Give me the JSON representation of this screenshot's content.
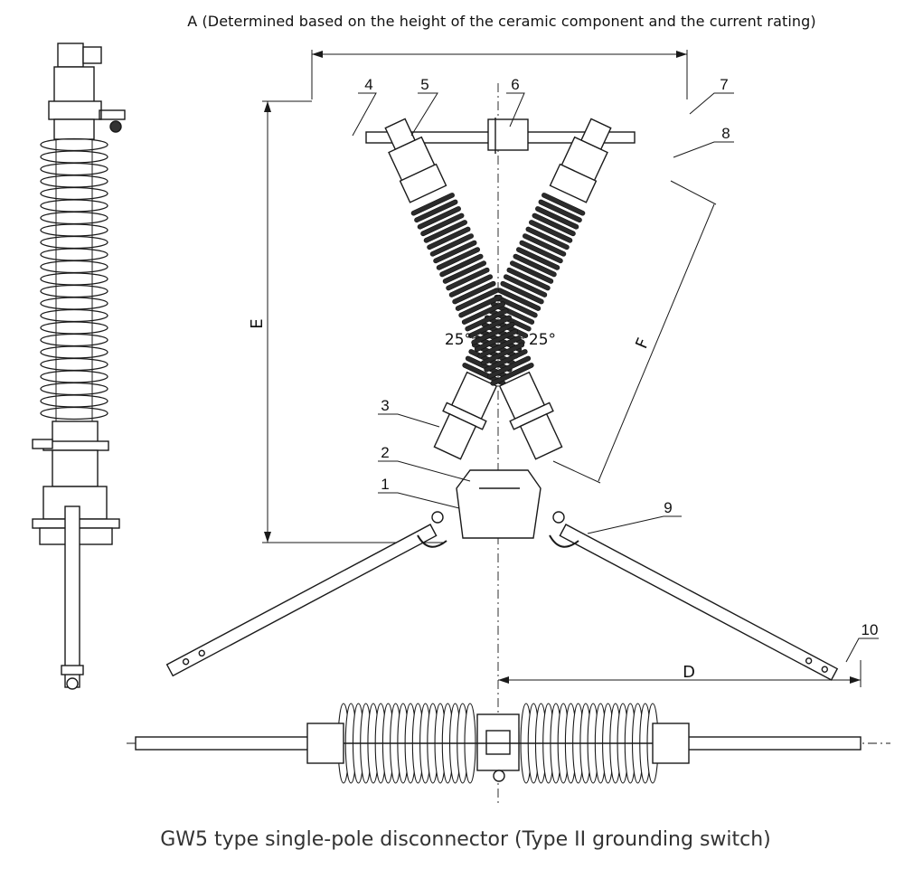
{
  "header": {
    "dimension_a_note": "A (Determined based on the height of the ceramic component and the current rating)"
  },
  "caption": "GW5 type single-pole disconnector (Type II grounding switch)",
  "dimensions": {
    "e": "E",
    "f": "F",
    "d": "D",
    "angle_left": "25°",
    "angle_right": "25°"
  },
  "callouts": [
    "1",
    "2",
    "3",
    "4",
    "5",
    "6",
    "7",
    "8",
    "9",
    "10"
  ],
  "colors": {
    "line": "#1a1a1a",
    "insulator_fill": "#2b2b2b",
    "background": "#ffffff"
  }
}
